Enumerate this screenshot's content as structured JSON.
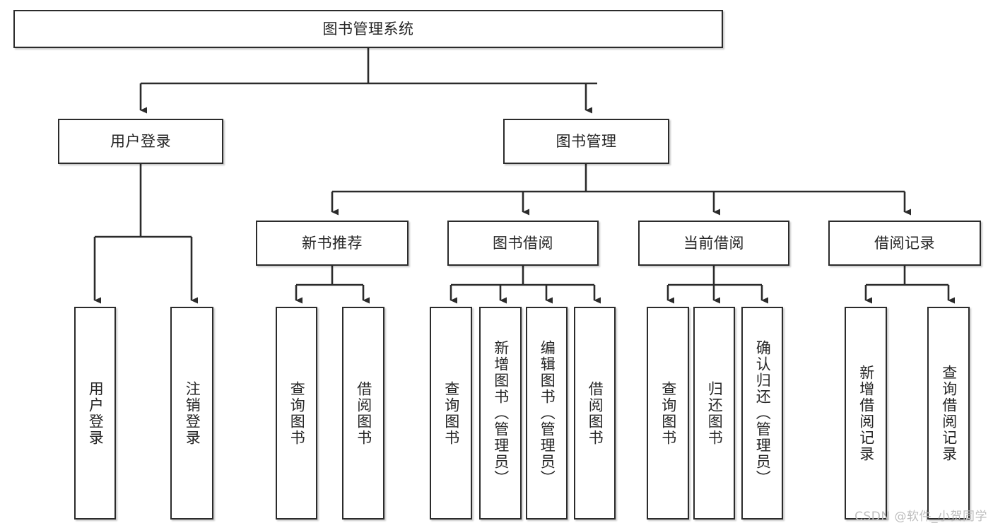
{
  "diagram": {
    "title": "图书管理系统",
    "type": "tree",
    "watermark": "CSDN @软件_小贺同学",
    "colors": {
      "box_border": "#2b2b2b",
      "box_fill": "#ffffff",
      "line": "#2b2b2b",
      "text": "#262626",
      "watermark": "#bdbdbd",
      "background": "#ffffff"
    },
    "nodes": {
      "root": {
        "label": "图书管理系统",
        "level": 0,
        "orientation": "horizontal"
      },
      "user_login": {
        "label": "用户登录",
        "level": 1,
        "orientation": "horizontal"
      },
      "book_manage": {
        "label": "图书管理",
        "level": 1,
        "orientation": "horizontal"
      },
      "new_book_rec": {
        "label": "新书推荐",
        "level": 2,
        "orientation": "horizontal"
      },
      "book_borrow": {
        "label": "图书借阅",
        "level": 2,
        "orientation": "horizontal"
      },
      "current_borrow": {
        "label": "当前借阅",
        "level": 2,
        "orientation": "horizontal"
      },
      "borrow_record": {
        "label": "借阅记录",
        "level": 2,
        "orientation": "horizontal"
      },
      "leaf_user_login": {
        "label": "用户登录",
        "level": 3,
        "orientation": "vertical"
      },
      "leaf_logout": {
        "label": "注销登录",
        "level": 3,
        "orientation": "vertical"
      },
      "leaf_query_book_1": {
        "label": "查询图书",
        "level": 3,
        "orientation": "vertical"
      },
      "leaf_borrow_book_1": {
        "label": "借阅图书",
        "level": 3,
        "orientation": "vertical"
      },
      "leaf_query_book_2": {
        "label": "查询图书",
        "level": 3,
        "orientation": "vertical"
      },
      "leaf_add_book": {
        "label": "新增图书（管理员）",
        "level": 3,
        "orientation": "vertical"
      },
      "leaf_edit_book": {
        "label": "编辑图书（管理员）",
        "level": 3,
        "orientation": "vertical"
      },
      "leaf_borrow_book_2": {
        "label": "借阅图书",
        "level": 3,
        "orientation": "vertical"
      },
      "leaf_query_book_3": {
        "label": "查询图书",
        "level": 3,
        "orientation": "vertical"
      },
      "leaf_return_book": {
        "label": "归还图书",
        "level": 3,
        "orientation": "vertical"
      },
      "leaf_confirm_return": {
        "label": "确认归还（管理员）",
        "level": 3,
        "orientation": "vertical"
      },
      "leaf_add_record": {
        "label": "新增借阅记录",
        "level": 3,
        "orientation": "vertical"
      },
      "leaf_query_record": {
        "label": "查询借阅记录",
        "level": 3,
        "orientation": "vertical"
      }
    },
    "edges": [
      {
        "from": "root",
        "to": "user_login"
      },
      {
        "from": "root",
        "to": "book_manage"
      },
      {
        "from": "book_manage",
        "to": "new_book_rec"
      },
      {
        "from": "book_manage",
        "to": "book_borrow"
      },
      {
        "from": "book_manage",
        "to": "current_borrow"
      },
      {
        "from": "book_manage",
        "to": "borrow_record"
      },
      {
        "from": "user_login",
        "to": "leaf_user_login"
      },
      {
        "from": "user_login",
        "to": "leaf_logout"
      },
      {
        "from": "new_book_rec",
        "to": "leaf_query_book_1"
      },
      {
        "from": "new_book_rec",
        "to": "leaf_borrow_book_1"
      },
      {
        "from": "book_borrow",
        "to": "leaf_query_book_2"
      },
      {
        "from": "book_borrow",
        "to": "leaf_add_book"
      },
      {
        "from": "book_borrow",
        "to": "leaf_edit_book"
      },
      {
        "from": "book_borrow",
        "to": "leaf_borrow_book_2"
      },
      {
        "from": "current_borrow",
        "to": "leaf_query_book_3"
      },
      {
        "from": "current_borrow",
        "to": "leaf_return_book"
      },
      {
        "from": "current_borrow",
        "to": "leaf_confirm_return"
      },
      {
        "from": "borrow_record",
        "to": "leaf_add_record"
      },
      {
        "from": "borrow_record",
        "to": "leaf_query_record"
      }
    ]
  }
}
